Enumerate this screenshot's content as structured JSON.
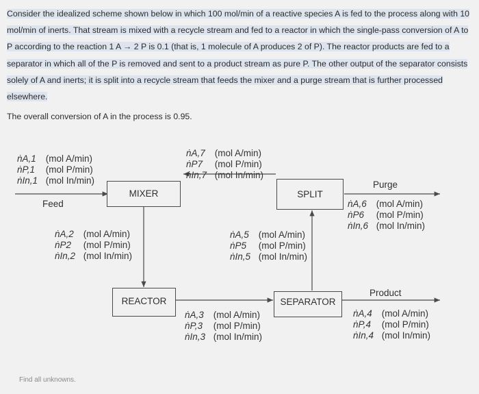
{
  "problem_text": "Consider the idealized scheme shown below in which 100 mol/min of a reactive species A is fed to the process along with 10 mol/min of inerts. That stream is mixed with a recycle stream and fed to a reactor in which the single-pass conversion of A to P according to the reaction 1 A → 2 P is 0.1 (that is, 1 molecule of A produces 2 of P). The reactor products are fed to a separator in which all of the P is removed and sent to a product stream as pure P. The other output of the separator consists solely of A and inerts; it is split into a recycle stream that feeds the mixer and a purge stream that is further processed elsewhere.",
  "overall_conversion": "The overall conversion of A in the process is 0.95.",
  "footer": "Find all unknowns.",
  "units": {
    "boxes": {
      "mixer": "MIXER",
      "split": "SPLIT",
      "reactor": "REACTOR",
      "separator": "SEPARATOR"
    },
    "labels": {
      "feed": "Feed",
      "purge": "Purge",
      "product": "Product"
    }
  },
  "streams": {
    "s1": [
      {
        "sym": "ṅA,1",
        "unit": "(mol A/min)"
      },
      {
        "sym": "ṅP,1",
        "unit": "(mol P/min)"
      },
      {
        "sym": "ṅIn,1",
        "unit": "(mol In/min)"
      }
    ],
    "s7": [
      {
        "sym": "ṅA,7",
        "unit": "(mol A/min)"
      },
      {
        "sym": "ṅP7",
        "unit": "(mol P/min)"
      },
      {
        "sym": "ṅIn,7",
        "unit": "(mol In/min)"
      }
    ],
    "s2": [
      {
        "sym": "ṅA,2",
        "unit": "(mol A/min)"
      },
      {
        "sym": "ṅP2",
        "unit": "(mol P/min)"
      },
      {
        "sym": "ṅIn,2",
        "unit": "(mol In/min)"
      }
    ],
    "s5": [
      {
        "sym": "ṅA,5",
        "unit": "(mol A/min)"
      },
      {
        "sym": "ṅP5",
        "unit": "(mol P/min)"
      },
      {
        "sym": "ṅIn,5",
        "unit": "(mol In/min)"
      }
    ],
    "s6": [
      {
        "sym": "ṅA,6",
        "unit": "(mol A/min)"
      },
      {
        "sym": "ṅP6",
        "unit": "(mol P/min)"
      },
      {
        "sym": "ṅIn,6",
        "unit": "(mol In/min)"
      }
    ],
    "s3": [
      {
        "sym": "ṅA,3",
        "unit": "(mol A/min)"
      },
      {
        "sym": "ṅP,3",
        "unit": "(mol P/min)"
      },
      {
        "sym": "ṅIn,3",
        "unit": "(mol In/min)"
      }
    ],
    "s4": [
      {
        "sym": "ṅA,4",
        "unit": "(mol A/min)"
      },
      {
        "sym": "ṅP,4",
        "unit": "(mol P/min)"
      },
      {
        "sym": "ṅIn,4",
        "unit": "(mol In/min)"
      }
    ]
  },
  "colors": {
    "background": "#f1f1f1",
    "highlight": "#dde4ee",
    "line": "#4a4a4a"
  }
}
